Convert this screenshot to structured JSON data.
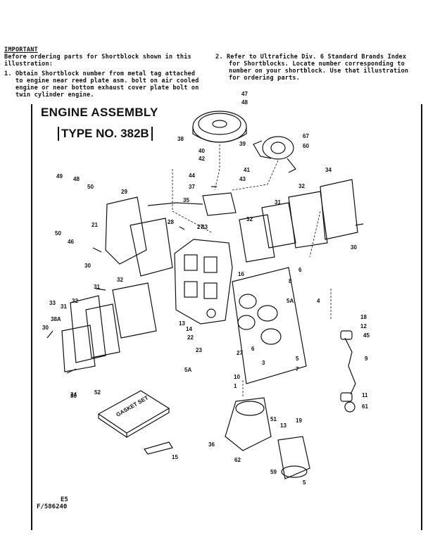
{
  "header": {
    "important": "IMPORTANT",
    "left_lines": [
      "Before ordering parts for Shortblock shown in this",
      "illustration:",
      "1. Obtain Shortblock number from metal tag attached",
      "to engine near reed plate asm. bolt on air cooled",
      "engine or near bottom exhaust cover plate bolt on",
      "twin cylinder engine."
    ],
    "right_lines": [
      "2. Refer to Ultrafiche Div. 6 Standard Brands Index",
      "for Shortblocks. Locate number corresponding to",
      "number on your shortblock. Use that illustration",
      "for ordering parts."
    ]
  },
  "diagram": {
    "title": "ENGINE ASSEMBLY",
    "type_label": "TYPE NO. 382B",
    "gasket_set_label": "GASKET SET",
    "part_numbers": [
      "47",
      "48",
      "38",
      "67",
      "39",
      "60",
      "40",
      "42",
      "41",
      "43",
      "44",
      "37",
      "49",
      "48",
      "50",
      "29",
      "34",
      "32",
      "35",
      "31",
      "33",
      "27",
      "32",
      "21",
      "50",
      "46",
      "28",
      "30",
      "30",
      "30",
      "32",
      "31",
      "16",
      "6",
      "8",
      "31",
      "33",
      "32",
      "5A",
      "4",
      "18",
      "12",
      "45",
      "9",
      "14",
      "13",
      "22",
      "38A",
      "30",
      "24",
      "23",
      "27",
      "5A",
      "6",
      "3",
      "7",
      "5",
      "10",
      "11",
      "61",
      "52",
      "19",
      "51",
      "13",
      "36",
      "62",
      "15",
      "59",
      "5",
      "1"
    ],
    "footer": [
      "E5",
      "F/586240"
    ]
  }
}
